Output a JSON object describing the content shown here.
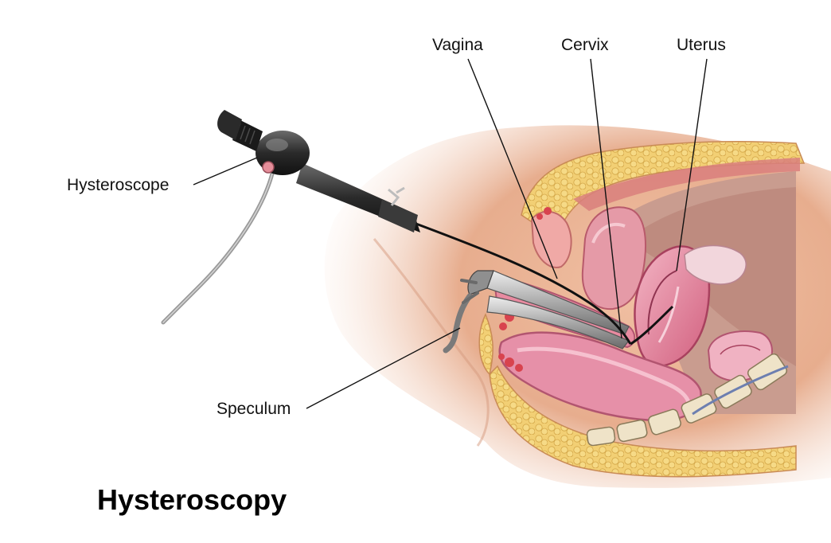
{
  "title": "Hysteroscopy",
  "labels": {
    "vagina": "Vagina",
    "cervix": "Cervix",
    "uterus": "Uterus",
    "hysteroscope": "Hysteroscope",
    "speculum": "Speculum"
  }
}
